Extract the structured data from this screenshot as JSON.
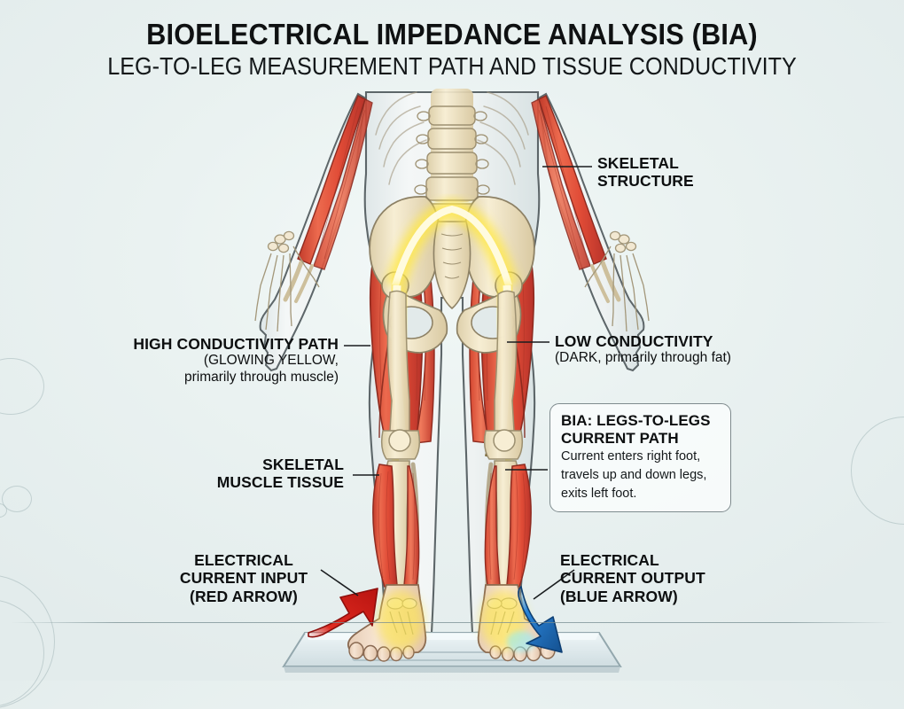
{
  "title": {
    "main": "BIOELECTRICAL IMPEDANCE ANALYSIS (BIA)",
    "sub": "LEG-TO-LEG MEASUREMENT PATH AND TISSUE CONDUCTIVITY"
  },
  "labels": {
    "skeletal_structure": {
      "line1": "SKELETAL",
      "line2": "STRUCTURE"
    },
    "high_conductivity": {
      "line1": "HIGH CONDUCTIVITY PATH",
      "line2": "(GLOWING YELLOW,",
      "line3": "primarily through muscle)"
    },
    "low_conductivity": {
      "line1": "LOW CONDUCTIVITY",
      "line2": "(DARK, primarily through fat)"
    },
    "muscle_tissue": {
      "line1": "SKELETAL",
      "line2": "MUSCLE TISSUE"
    },
    "current_input": {
      "line1": "ELECTRICAL",
      "line2": "CURRENT INPUT",
      "line3": "(RED ARROW)"
    },
    "current_output": {
      "line1": "ELECTRICAL",
      "line2": "CURRENT OUTPUT",
      "line3": "(BLUE ARROW)"
    }
  },
  "callout": {
    "heading_line1": "BIA: LEGS-TO-LEGS",
    "heading_line2": "CURRENT PATH",
    "body_line1": "Current enters right foot,",
    "body_line2": "travels up and down legs,",
    "body_line3": "exits left foot."
  },
  "colors": {
    "background": "#e8f0ef",
    "text": "#0d0f10",
    "muscle_red": "#e4563f",
    "muscle_red_dark": "#c23a2a",
    "bone_cream": "#efe3c4",
    "glow_yellow": "#ffe84a",
    "fat_olive": "#a3873a",
    "arrow_red": "#d8231f",
    "arrow_blue": "#1a6fc4",
    "skin": "#f0dcc9",
    "scale_glass": "#dfe9ec"
  },
  "figure": {
    "anatomy_parts": [
      "ribcage",
      "lumbar-spine",
      "pelvis",
      "femur",
      "patella",
      "tibia",
      "fibula",
      "hand-bones",
      "foot-bones",
      "forearm-muscles",
      "thigh-muscles",
      "calf-muscles",
      "subcutaneous-fat-layer",
      "body-silhouette"
    ],
    "devices": [
      "bia-scale-platform"
    ],
    "current_arrows": [
      "red-input-arrow",
      "blue-output-arrow"
    ]
  }
}
